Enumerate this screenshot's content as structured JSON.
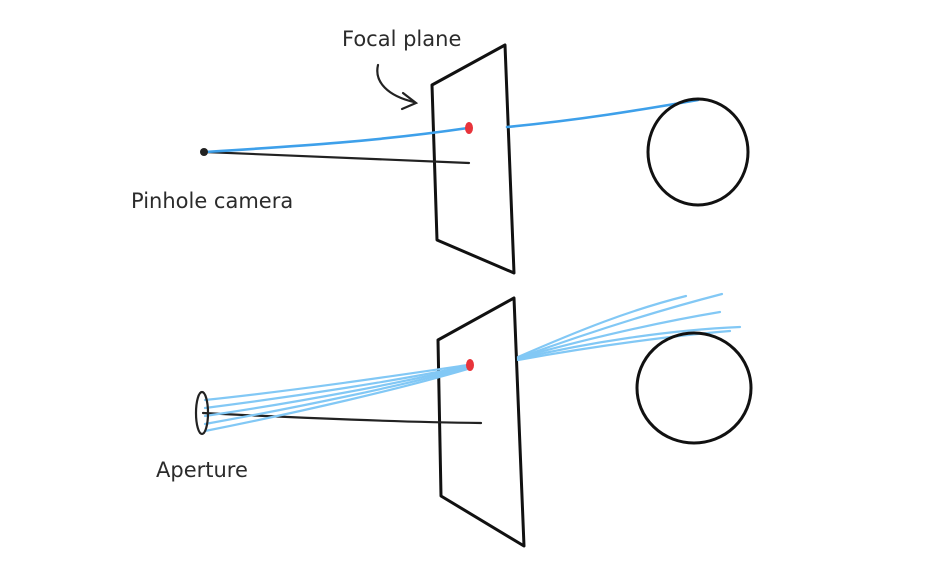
{
  "labels": {
    "focal_plane": "Focal plane",
    "pinhole_camera": "Pinhole camera",
    "aperture": "Aperture"
  },
  "colors": {
    "ray": "#3ea0ea",
    "ray_light": "#82c8f5",
    "focus_point": "#e8343b",
    "ink": "#111111"
  }
}
